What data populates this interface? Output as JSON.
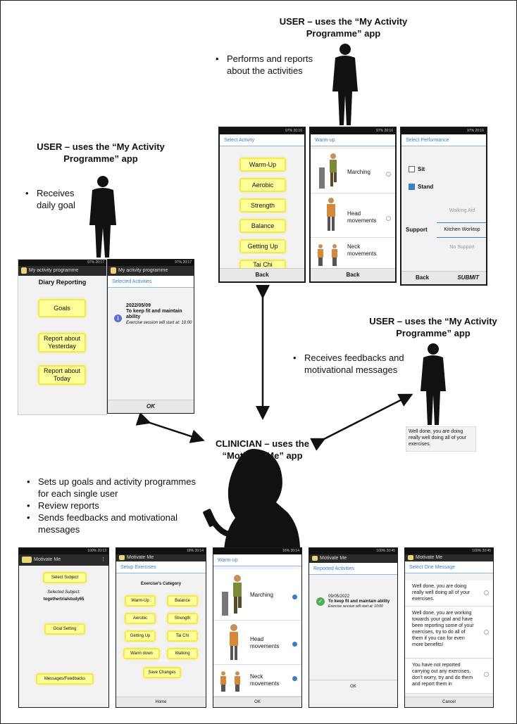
{
  "top_user": {
    "heading": "USER – uses the “My Activity Programme” app",
    "bullets": [
      "Performs and reports about the activities"
    ]
  },
  "left_user": {
    "heading": "USER – uses the “My Activity Programme” app",
    "bullets": [
      "Receives daily goal"
    ]
  },
  "right_user": {
    "heading": "USER – uses the “My Activity Programme” app",
    "bullets": [
      "Receives feedbacks and motivational messages"
    ],
    "message": "Well done, you are doing really well doing all of your exercises."
  },
  "clinician": {
    "heading": "CLINICIAN – uses the “Motivate Me” app",
    "bullets": [
      "Sets up goals and activity programmes for each single user",
      "Review reports",
      "Sends feedbacks and motivational messages"
    ]
  },
  "screens": {
    "select_activity": {
      "title": "Select Activity",
      "buttons": [
        "Warm-Up",
        "Aerobic",
        "Strength",
        "Balance",
        "Getting Up",
        "Tai Chi"
      ],
      "footer": "Back"
    },
    "warmup_user": {
      "title": "Warm-up",
      "items": [
        "Marching",
        "Head movements",
        "Neck movements"
      ],
      "footer": "Back"
    },
    "select_performance": {
      "title": "Select Performance",
      "options": [
        "Sit",
        "Stand"
      ],
      "support_label": "Support",
      "support_options": [
        "Walking Aid",
        "Kitchen Worktop",
        "No Support"
      ],
      "back": "Back",
      "submit": "SUBMIT"
    },
    "diary": {
      "app_title": "My activity programme",
      "heading": "Diary Reporting",
      "buttons": [
        "Goals",
        "Report about Yesterday",
        "Report about Today"
      ]
    },
    "selected_activities": {
      "app_title": "My activity programme",
      "title": "Selected Activities",
      "date": "2022/05/09",
      "goal": "To keep fit and maintain ability",
      "note": "Exercise session will start at: 10:00",
      "footer": "OK"
    },
    "motivate_home": {
      "app_title": "Motivate Me",
      "select_subject": "Select Subject",
      "selected_label": "Selected Subject:",
      "selected_value": "togethertrialstudy65",
      "goal_setting": "Goal Setting",
      "messages": "Messages/Feedbacks"
    },
    "setup_exercises": {
      "app_title": "Motivate Me",
      "title": "Setup Exercises",
      "category_label": "Exercise's Category",
      "categories": [
        "Warm-Up",
        "Balance",
        "Aerobic",
        "Strength",
        "Getting Up",
        "Tai Chi",
        "Warm down",
        "Walking"
      ],
      "save": "Save Changes",
      "footer": "Home"
    },
    "warmup_clinician": {
      "title": "Warm-up",
      "items": [
        "Marching",
        "Head movements",
        "Neck movements"
      ],
      "footer": "OK"
    },
    "reported_activities": {
      "app_title": "Motivate Me",
      "title": "Reported Activities",
      "date": "09/05/2022",
      "goal": "To keep fit and maintain ability",
      "note": "Exercise session will start at: 10:00",
      "footer": "OK"
    },
    "select_message": {
      "app_title": "Motivate Me",
      "title": "Select One Message",
      "messages": [
        "Well done, you are doing really well doing all of your exercises.",
        "Well done, you are working towards your goal and have been reporting some of your exercises, try to do all of them if you can for even more benefits!",
        "You have not reported carrying out any exercises, don't worry, try and do them and report them in"
      ],
      "footer": "Cancel"
    }
  },
  "colors": {
    "button_fill": "#ffff99",
    "button_border": "#f3e94f",
    "accent": "#3b7fc4"
  }
}
